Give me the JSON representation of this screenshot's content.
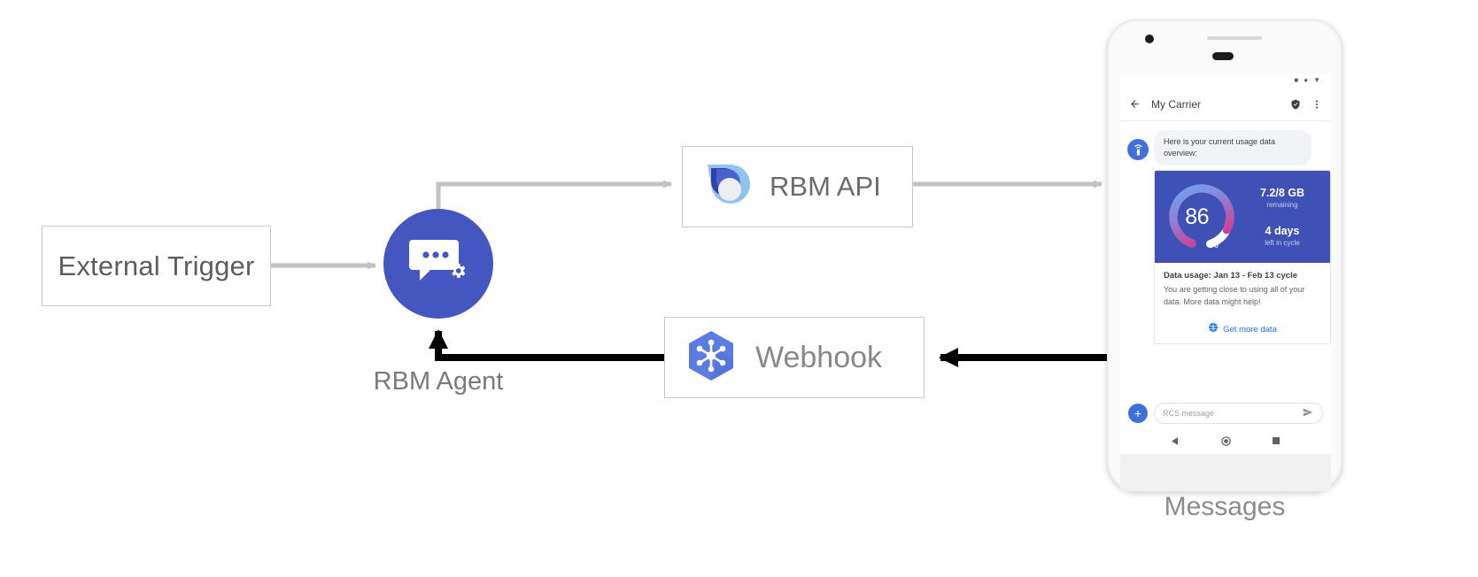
{
  "diagram": {
    "external_trigger": {
      "label": "External Trigger"
    },
    "rbm_agent": {
      "label": "RBM Agent",
      "icon": "chat-bubble-gear-icon"
    },
    "rbm_api": {
      "label": "RBM API",
      "icon": "rbm-droplet-logo"
    },
    "webhook": {
      "label": "Webhook",
      "icon": "cloud-functions-hexagon-icon"
    },
    "colors": {
      "agent_blue": "#4456c0",
      "connector_gray": "#c6c6c6",
      "connector_black": "#000000",
      "box_border": "#c9c9c9",
      "label_gray": "#6f6f6f"
    }
  },
  "phone": {
    "caption": "Messages",
    "status_bar": {
      "icons": [
        "signal-icon",
        "wifi-dot-icon",
        "battery-icon"
      ]
    },
    "app_bar": {
      "back_icon": "back-arrow-icon",
      "title": "My Carrier",
      "verified_icon": "verified-shield-icon",
      "overflow_icon": "more-vert-icon"
    },
    "conversation": {
      "avatar_icon": "carrier-signal-icon",
      "message": "Here is your current usage data overview:"
    },
    "rich_card": {
      "gauge": {
        "percent": "86",
        "symbol": "%",
        "value": 86
      },
      "stats": [
        {
          "big": "7.2/8 GB",
          "small": "remaining"
        },
        {
          "big": "4 days",
          "small": "left in cycle"
        }
      ],
      "title": "Data usage: Jan 13 - Feb 13 cycle",
      "description": "You are getting close to using all of your data. More data might help!",
      "action": {
        "icon": "globe-icon",
        "label": "Get more data"
      },
      "hero_color": "#3f51b5",
      "action_color": "#1a73e8"
    },
    "composer": {
      "plus_icon": "plus-icon",
      "placeholder": "RCS message",
      "send_icon": "send-icon"
    },
    "nav_bar": {
      "back_icon": "nav-back-triangle-icon",
      "home_icon": "nav-home-circle-icon",
      "recents_icon": "nav-recents-square-icon"
    }
  }
}
